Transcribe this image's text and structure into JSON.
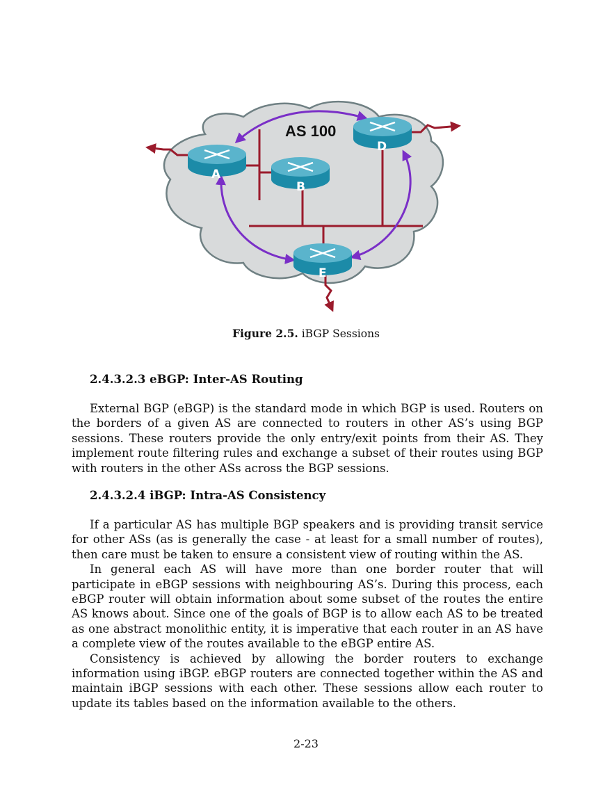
{
  "figure": {
    "as_label": "AS 100",
    "routers": [
      {
        "id": "a",
        "label": "A"
      },
      {
        "id": "b",
        "label": "B"
      },
      {
        "id": "d",
        "label": "D"
      },
      {
        "id": "e",
        "label": "E"
      }
    ],
    "colors": {
      "cloud_fill": "#d8dadb",
      "cloud_stroke": "#6f8083",
      "router_body": "#1c8ba8",
      "router_top": "#5ab4cc",
      "link": "#9b1b2c",
      "ibgp_arrow": "#7a2fc7"
    },
    "caption_label": "Figure 2.5.",
    "caption_text": "iBGP Sessions"
  },
  "sections": [
    {
      "heading": "2.4.3.2.3 eBGP: Inter-AS Routing",
      "paragraphs": [
        "External BGP (eBGP) is the standard mode in which BGP is used. Routers on the borders of a given AS are connected to routers in other AS’s using BGP sessions. These routers provide the only entry/exit points from their AS. They implement route filtering rules and exchange a subset of their routes using BGP with routers in the other ASs across the BGP sessions."
      ]
    },
    {
      "heading": "2.4.3.2.4 iBGP: Intra-AS Consistency",
      "paragraphs": [
        "If a particular AS has multiple BGP speakers and is providing transit service for other ASs (as is generally the case - at least for a small number of routes), then care must be taken to ensure a consistent view of routing within the AS.",
        "In general each AS will have more than one border router that will participate in eBGP sessions with neighbouring AS’s. During this process, each eBGP router will obtain information about some subset of the routes the entire AS knows about. Since one of the goals of BGP is to allow each AS to be treated as one abstract monolithic entity, it is imperative that each router in an AS have a complete view of the routes available to the eBGP entire AS.",
        "Consistency is achieved by allowing the border routers to exchange information using iBGP. eBGP routers are connected together within the AS and maintain iBGP sessions with each other. These sessions allow each router to update its tables based on the information available to the others."
      ]
    }
  ],
  "page_number": "2-23"
}
